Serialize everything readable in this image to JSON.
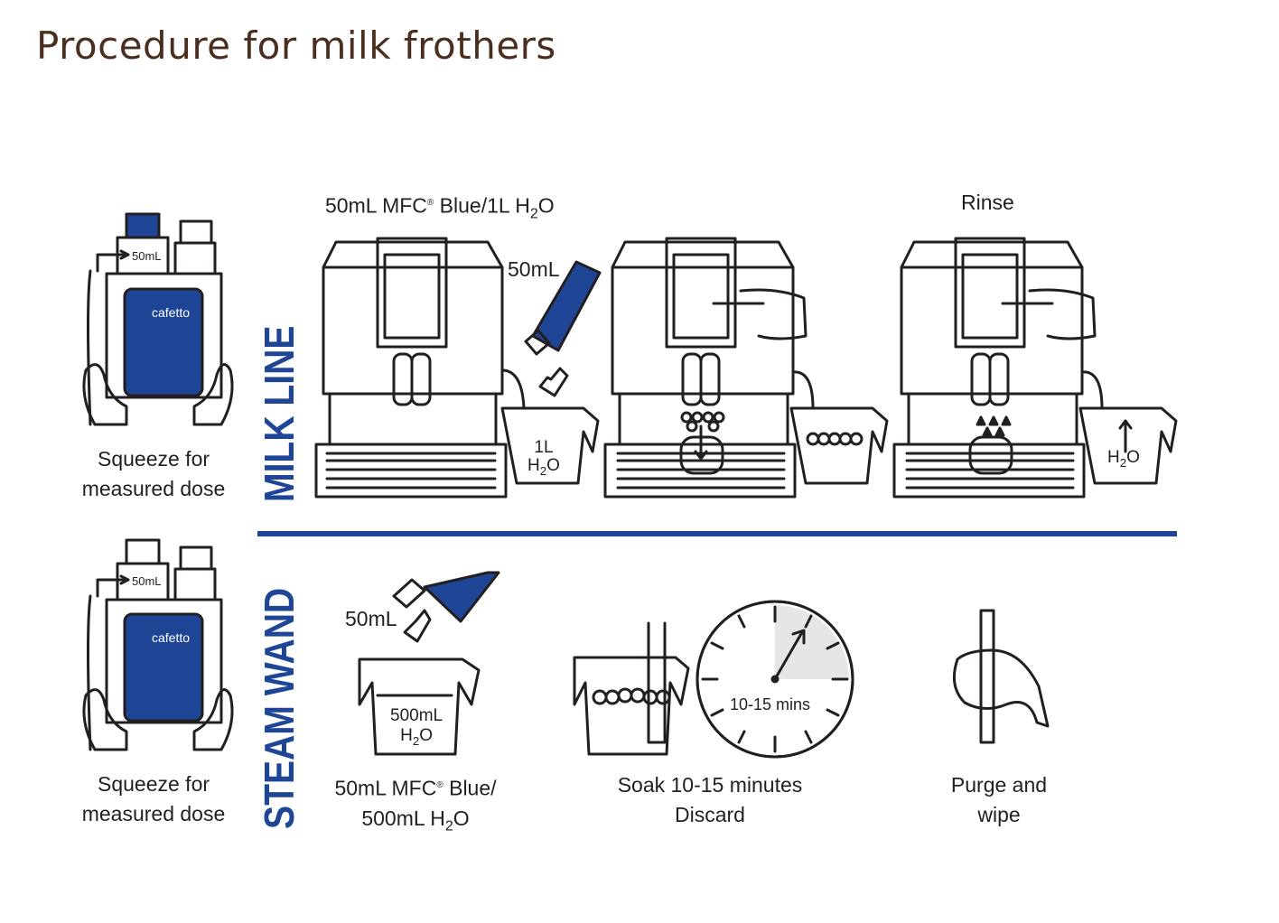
{
  "title": "Procedure for milk frothers",
  "sections": {
    "milk_line": "MILK LINE",
    "steam_wand": "STEAM WAND"
  },
  "bottle": {
    "brand": "cafetto",
    "dose_label": "50mL",
    "caption_line1": "Squeeze for",
    "caption_line2": "measured dose"
  },
  "milk_line": {
    "step1_caption_prefix": "50mL MFC",
    "step1_caption_mid": " Blue/1L H",
    "step1_caption_suffix": "O",
    "step1_pour": "50mL",
    "step1_jug_line1": "1L",
    "step1_jug_h": "H",
    "step1_jug_o": "O",
    "step3_caption": "Rinse",
    "step3_jug_h": "H",
    "step3_jug_o": "O"
  },
  "steam_wand": {
    "pour": "50mL",
    "jug_line1": "500mL",
    "jug_h": "H",
    "jug_o": "O",
    "step1_caption_line1_prefix": "50mL MFC",
    "step1_caption_line1_suffix": " Blue/",
    "step1_caption_line2_prefix": "500mL H",
    "step1_caption_line2_suffix": "O",
    "timer_label": "10-15 mins",
    "step2_caption_line1": "Soak 10-15 minutes",
    "step2_caption_line2": "Discard",
    "step3_caption_line1": "Purge and",
    "step3_caption_line2": "wipe"
  },
  "colors": {
    "title": "#4a2e1f",
    "blue": "#1f4696",
    "ink": "#231f20"
  }
}
